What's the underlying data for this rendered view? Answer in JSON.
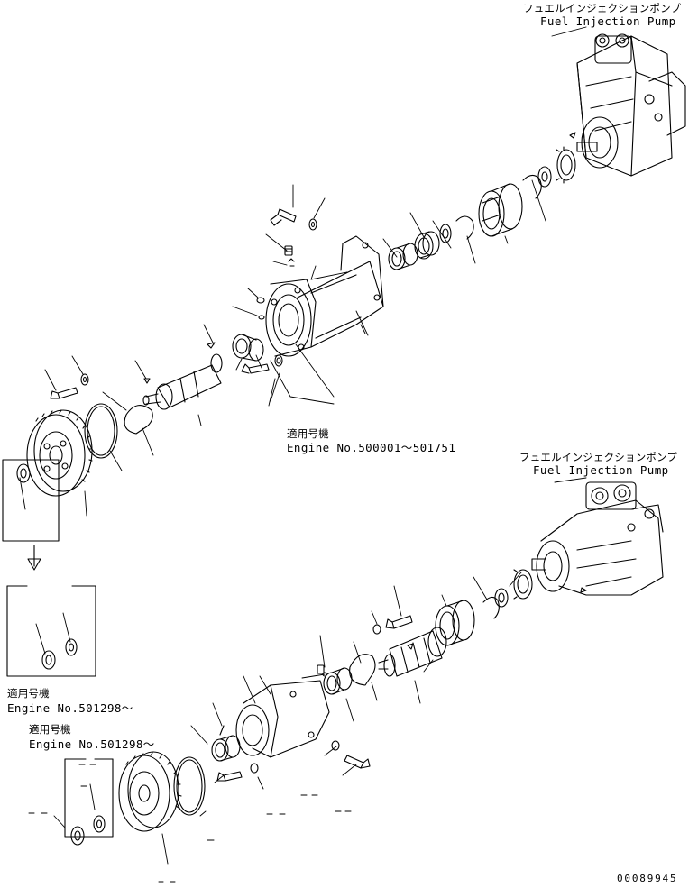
{
  "upper_assembly": {
    "pump_label_jp": "フュエルインジェクションポンプ",
    "pump_label_en": "Fuel Injection Pump",
    "applicability_jp": "適用号機",
    "applicability_en": "Engine No.500001～501751"
  },
  "lower_assembly": {
    "pump_label_jp": "フュエルインジェクションポンプ",
    "pump_label_en": "Fuel Injection Pump",
    "detail_applicability_jp": "適用号機",
    "detail_applicability_en": "Engine No.501298～",
    "gear_applicability_jp": "適用号機",
    "gear_applicability_en": "Engine No.501298～"
  },
  "drawing_number": "00089945"
}
